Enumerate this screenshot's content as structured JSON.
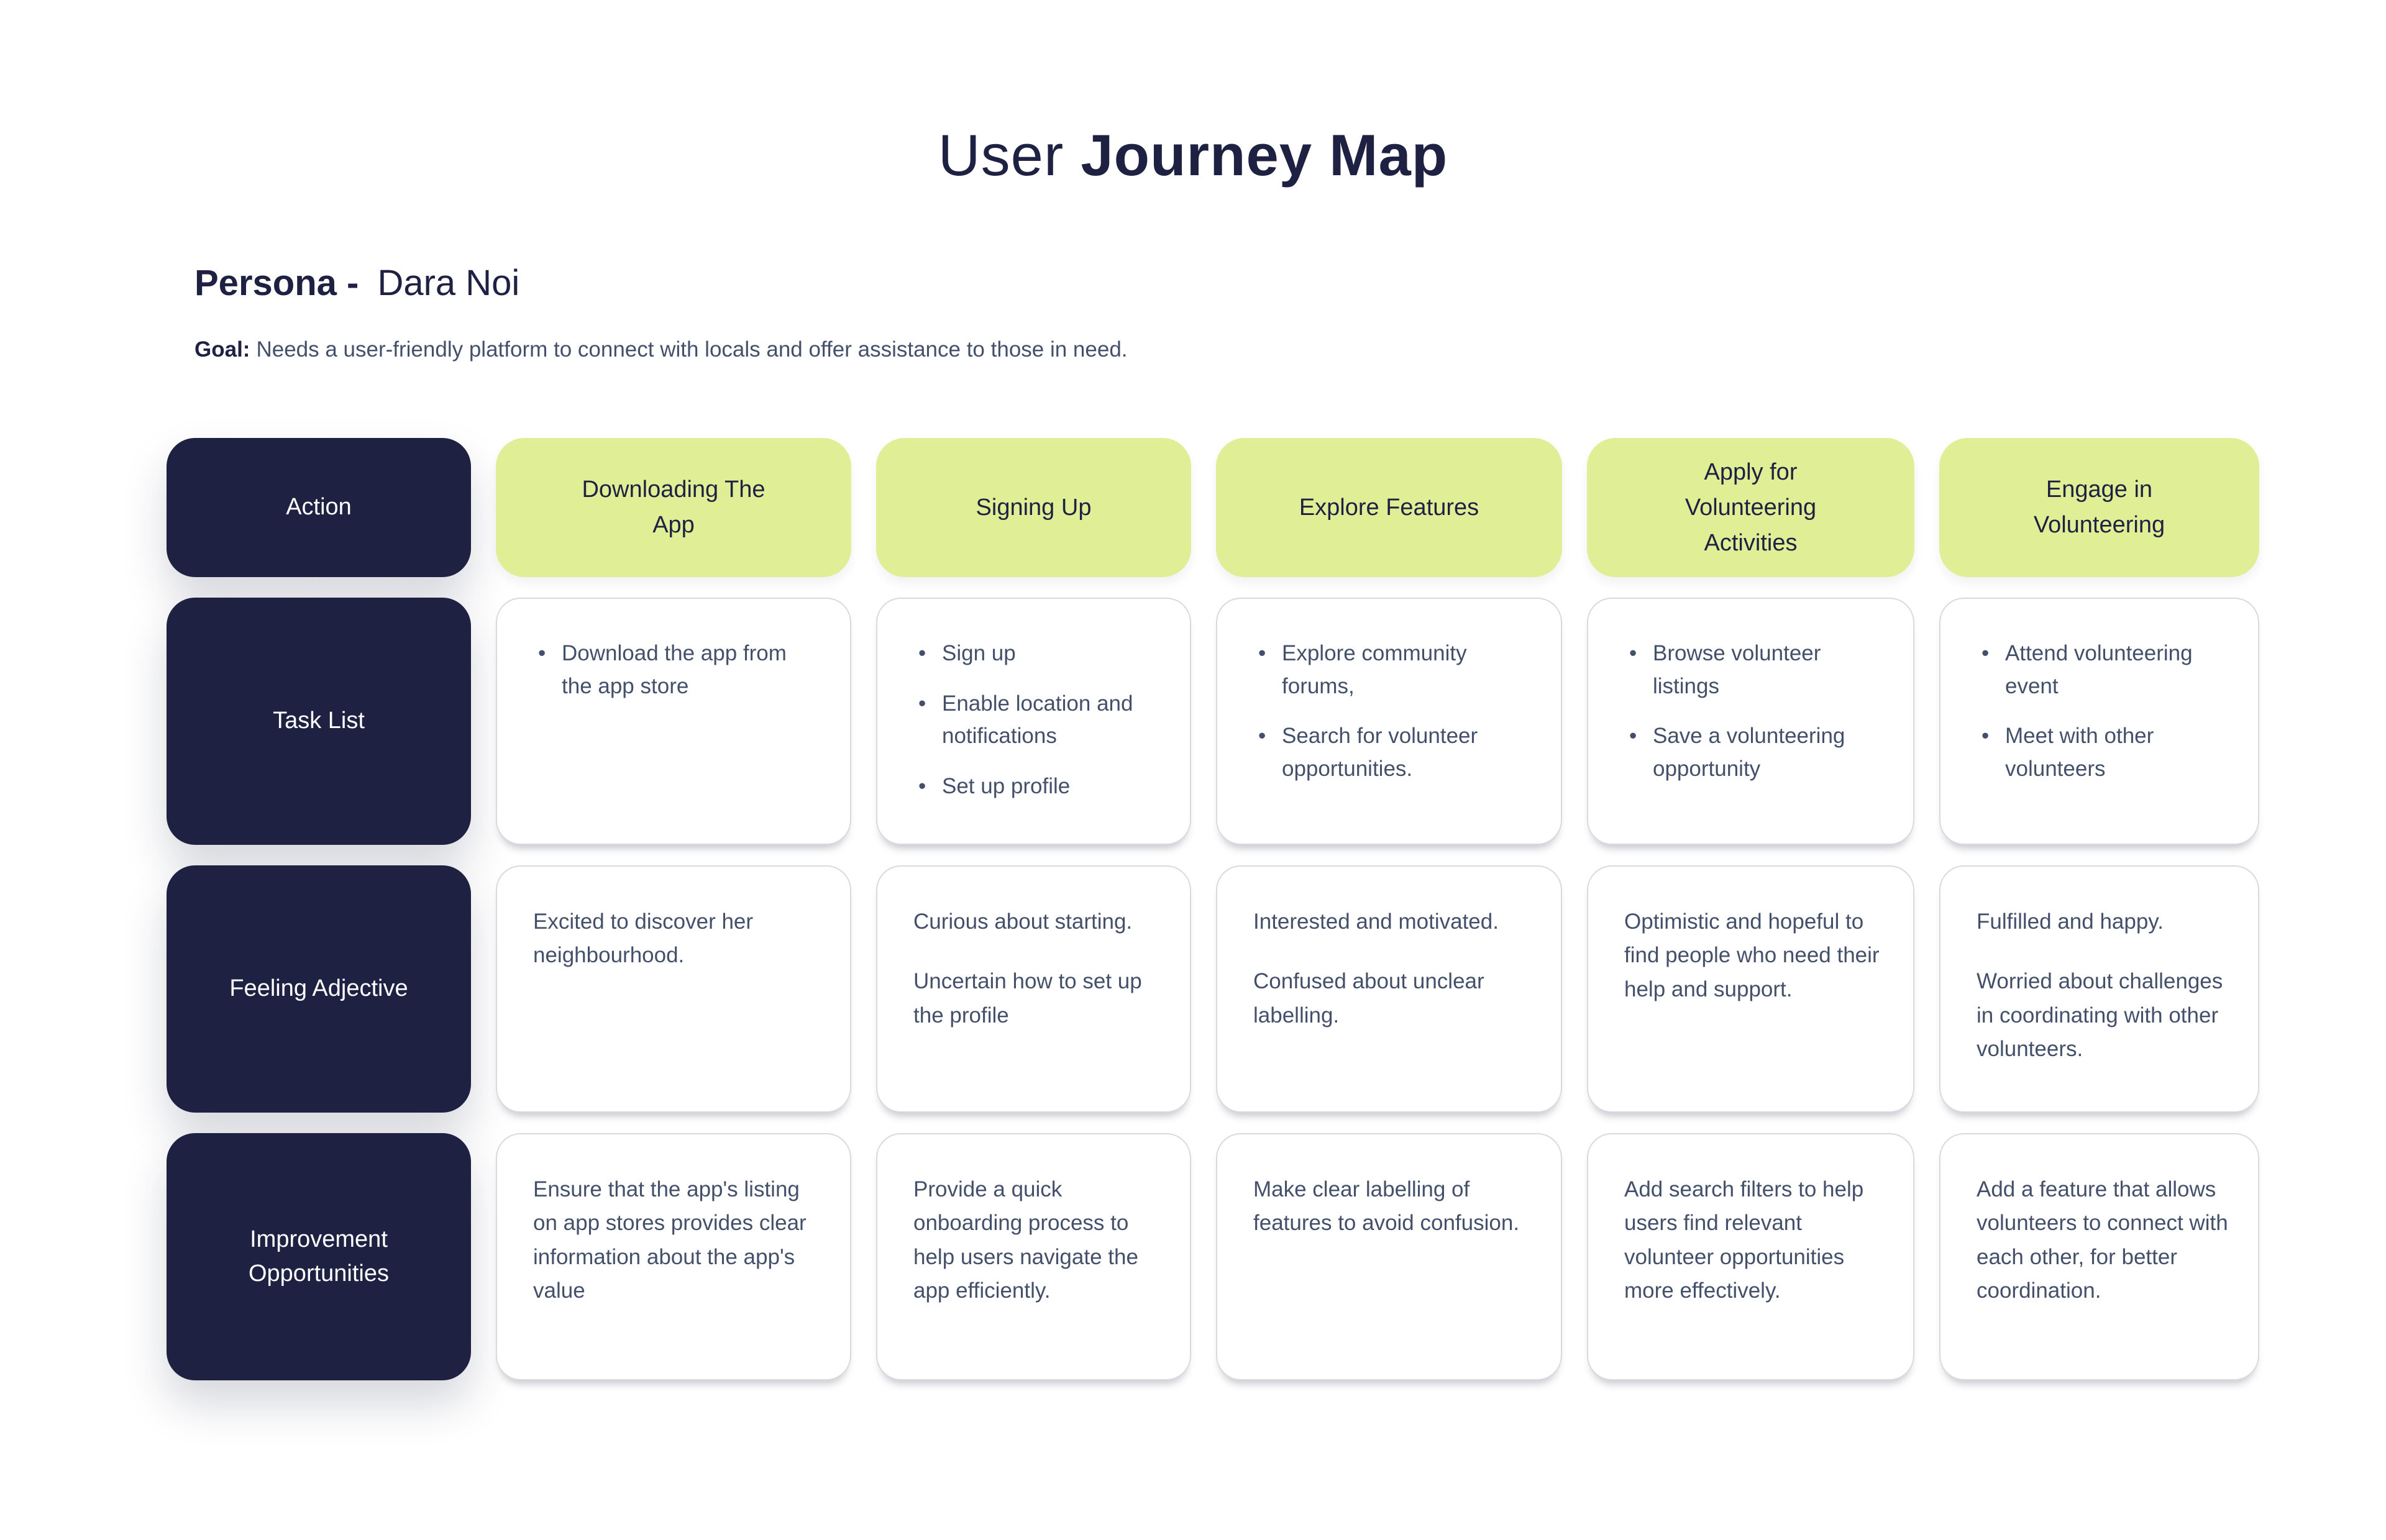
{
  "title": {
    "light": "User",
    "bold": "Journey Map"
  },
  "persona": {
    "label": "Persona -",
    "name": "Dara Noi"
  },
  "goal": {
    "label": "Goal:",
    "text": "Needs a user-friendly platform to connect with locals and offer assistance to those in need."
  },
  "colors": {
    "navy": "#1e2141",
    "lime_green": "#e0ee96",
    "body_text": "#44506a",
    "card_border": "#d9d9de",
    "background": "#ffffff"
  },
  "journey": {
    "row_labels": [
      "Action",
      "Task List",
      "Feeling Adjective",
      "Improvement Opportunities"
    ],
    "stages": [
      {
        "action": "Downloading The App",
        "tasks": [
          "Download the app from the app store"
        ],
        "feelings": [
          "Excited to discover her neighbourhood."
        ],
        "improvement": "Ensure that the app's listing on app stores provides clear information about the app's value"
      },
      {
        "action": "Signing Up",
        "tasks": [
          "Sign up",
          "Enable location and notifications",
          "Set up profile"
        ],
        "feelings": [
          "Curious about starting.",
          "Uncertain how to set up the profile"
        ],
        "improvement": "Provide a quick onboarding process to help users navigate the app efficiently."
      },
      {
        "action": "Explore Features",
        "tasks": [
          "Explore community forums,",
          "Search for volunteer opportunities."
        ],
        "feelings": [
          "Interested and motivated.",
          "Confused about unclear labelling."
        ],
        "improvement": "Make clear labelling of features to avoid confusion."
      },
      {
        "action": "Apply for Volunteering Activities",
        "tasks": [
          "Browse volunteer listings",
          "Save a volunteering opportunity"
        ],
        "feelings": [
          "Optimistic and hopeful to find people who need their help and support."
        ],
        "improvement": "Add search filters to help users find relevant volunteer opportunities more effectively."
      },
      {
        "action": "Engage in Volunteering",
        "tasks": [
          "Attend volunteering event",
          "Meet with other volunteers"
        ],
        "feelings": [
          "Fulfilled and happy.",
          "Worried about challenges in coordinating with other volunteers."
        ],
        "improvement": "Add a feature that allows volunteers to connect with each other, for better coordination."
      }
    ]
  }
}
